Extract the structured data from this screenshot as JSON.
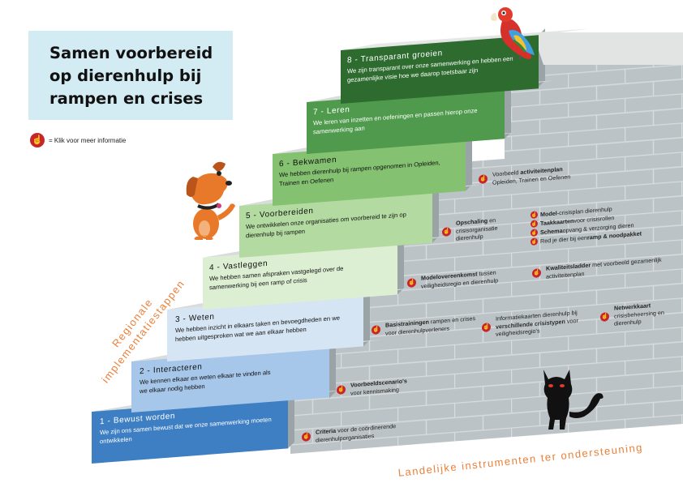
{
  "title": "Samen voorbereid op dierenhulp bij rampen en crises",
  "legend": {
    "icon": "pointer-hand-icon",
    "text": "= Klik voor meer informatie"
  },
  "side_label": {
    "line1": "Regionale",
    "line2": "implementatiestappen"
  },
  "bottom_label": "Landelijke instrumenten ter ondersteuning",
  "colors": {
    "accent_red": "#c8242c",
    "label_orange": "#e9813a"
  },
  "steps": [
    {
      "title": "1 - Bewust worden",
      "text": "We zijn ons samen bewust dat we onze samenwerking moeten ontwikkelen",
      "color": "#3e7fc4"
    },
    {
      "title": "2 - Interacteren",
      "text": "We kennen elkaar en weten elkaar te vinden als we elkaar nodig hebben",
      "color": "#a6c7ea"
    },
    {
      "title": "3 - Weten",
      "text": "We hebben inzicht in elkaars taken en bevoegdheden en we hebben uitgesproken wat we aan elkaar hebben",
      "color": "#d6e5f3"
    },
    {
      "title": "4 - Vastleggen",
      "text": "We hebben samen afspraken vastgelegd over de samenwerking bij een ramp of crisis",
      "color": "#ddefd3"
    },
    {
      "title": "5 - Voorbereiden",
      "text": "We ontwikkelen onze organisaties om voorbereid te zijn op dierenhulp bij rampen",
      "color": "#b3dba1"
    },
    {
      "title": "6 - Bekwamen",
      "text": "We hebben dierenhulp bij rampen opgenomen in Opleiden, Trainen en Oefenen",
      "color": "#84c271"
    },
    {
      "title": "7 - Leren",
      "text": "We leren van inzetten en oefeningen en passen hierop onze samenwerking aan",
      "color": "#4f9a4c"
    },
    {
      "title": "8 - Transparant groeien",
      "text": "We zijn transparant over onze samenwerking en hebben een gezamenlijke visie hoe we daarop toetsbaar zijn",
      "color": "#2d6b2f"
    }
  ],
  "instruments": {
    "criteria": {
      "bold": "Criteria",
      "rest": " voor de coördinerende dierenhulporganisaties"
    },
    "voorbeeldscenarios": {
      "bold": "Voorbeeldscenario's",
      "rest": "voor kennismaking"
    },
    "basistrainingen": {
      "bold": "Basistrainingen",
      "rest": " rampen en crises voor dierenhulpverleners"
    },
    "informatiekaarten": {
      "pre": "Informatiekaarten dierenhulp bij ",
      "bold": "verschillende crisistypen",
      "rest": " voor veiligheidsregio's"
    },
    "netwerkkaart": {
      "bold": "Netwerkkaart",
      "rest": "crisisbeheersing en dierenhulp"
    },
    "modelovereenkomst": {
      "bold": "Modelovereenkomst",
      "rest": " tussen veiligheidsregio en dierenhulp"
    },
    "kwaliteitsladder": {
      "bold": "Kwaliteitsladder",
      "rest": " met voorbeeld gezamenlijk activiteitenplan"
    },
    "opschaling": {
      "bold": "Opschaling",
      "rest": " en crisisorganisatie dierenhulp"
    },
    "list": [
      {
        "bold": "Model",
        "rest": "-crisisplan dierenhulp"
      },
      {
        "bold": "Taakkaarten",
        "rest": " voor crisisrollen"
      },
      {
        "bold": "Schema",
        "rest": " opvang & verzorging dieren"
      },
      {
        "pre": "Red je dier bij een ",
        "bold": "ramp & noodpakket"
      }
    ],
    "activiteitenplan": {
      "pre": "Voorbeeld ",
      "bold": "activiteitenplan",
      "rest": "Opleiden, Trainen en Oefenen"
    }
  },
  "illustrations": {
    "dog": "dog-illustration",
    "parrot": "parrot-illustration",
    "cat": "cat-illustration"
  }
}
